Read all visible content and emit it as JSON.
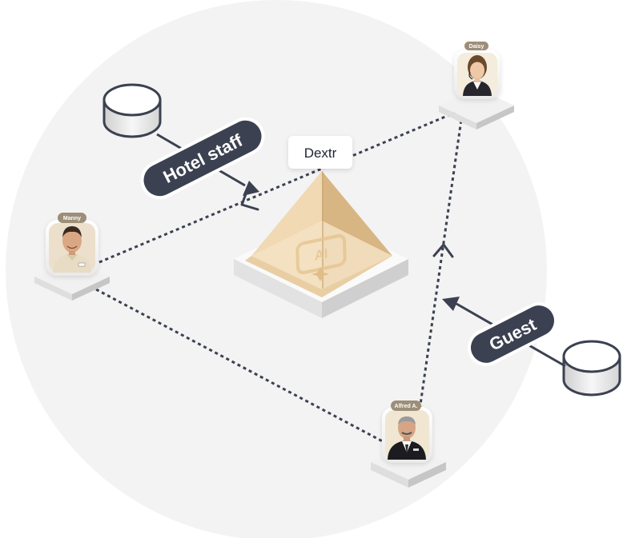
{
  "center": {
    "label": "Dextr",
    "glyph": "AI"
  },
  "flows": {
    "left_label": "Hotel staff",
    "right_label": "Guest"
  },
  "personas": [
    {
      "name": "Daisy"
    },
    {
      "name": "Manny"
    },
    {
      "name": "Alfred A."
    }
  ],
  "colors": {
    "background_circle": "#f3f3f3",
    "dark": "#3b4150",
    "pyramid_light": "#f3dfbe",
    "pyramid_mid": "#e8cda1",
    "pyramid_dark": "#d6b07c",
    "tag": "#9d8e78",
    "platform_top": "#f1f1f1",
    "platform_side": "#c9c9c9"
  }
}
